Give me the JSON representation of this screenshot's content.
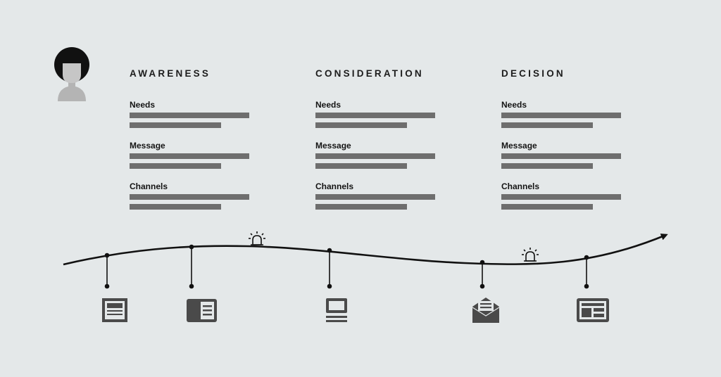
{
  "persona": {
    "icon": "persona-avatar-icon"
  },
  "stages": [
    {
      "title": "AWARENESS",
      "fields": [
        {
          "label": "Needs"
        },
        {
          "label": "Message"
        },
        {
          "label": "Channels"
        }
      ]
    },
    {
      "title": "CONSIDERATION",
      "fields": [
        {
          "label": "Needs"
        },
        {
          "label": "Message"
        },
        {
          "label": "Channels"
        }
      ]
    },
    {
      "title": "DECISION",
      "fields": [
        {
          "label": "Needs"
        },
        {
          "label": "Message"
        },
        {
          "label": "Channels"
        }
      ]
    }
  ],
  "journey": {
    "line_color": "#111111",
    "alert_icons": [
      "alert-light-icon",
      "alert-light-icon"
    ],
    "touchpoints": [
      {
        "icon": "window-page-icon"
      },
      {
        "icon": "article-card-icon"
      },
      {
        "icon": "desktop-monitor-icon"
      },
      {
        "icon": "email-envelope-icon"
      },
      {
        "icon": "dashboard-grid-icon"
      }
    ]
  },
  "colors": {
    "background": "#e4e8e9",
    "text": "#1c1c1c",
    "placeholder_bar": "#6e6e6e",
    "icon_fill": "#4a4a4a"
  }
}
